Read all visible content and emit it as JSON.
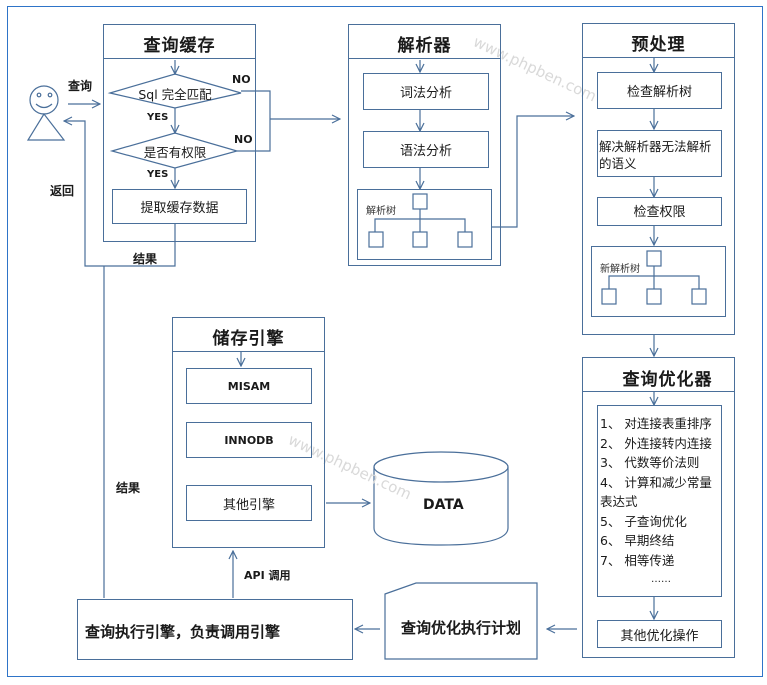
{
  "actor": {
    "query_label": "查询",
    "return_label": "返回"
  },
  "query_cache": {
    "title": "查询缓存",
    "decision1": "Sql 完全匹配",
    "decision2": "是否有权限",
    "yes1": "YES",
    "yes2": "YES",
    "no1": "NO",
    "no2": "NO",
    "step": "提取缓存数据",
    "result_label": "结果"
  },
  "parser": {
    "title": "解析器",
    "steps": [
      "词法分析",
      "语法分析"
    ],
    "tree_label": "解析树"
  },
  "preprocessor": {
    "title": "预处理",
    "steps": [
      "检查解析树",
      "解决解析器无法解析的语义",
      "检查权限"
    ],
    "tree_label": "新解析树"
  },
  "optimizer": {
    "title": "查询优化器",
    "items": [
      "1、 对连接表重排序",
      "2、 外连接转内连接",
      "3、 代数等价法则",
      "4、 计算和减少常量表达式",
      "5、 子查询优化",
      "6、 早期终结",
      "7、 相等传递",
      "……"
    ],
    "other": "其他优化操作"
  },
  "storage": {
    "title": "储存引擎",
    "engines": [
      "MISAM",
      "INNODB",
      "其他引擎"
    ]
  },
  "data_store": {
    "label": "DATA"
  },
  "plan": {
    "label": "查询优化执行计划"
  },
  "executor": {
    "label": "查询执行引擎，负责调用引擎",
    "api_label": "API 调用",
    "result_label": "结果"
  },
  "watermarks": [
    "www.phpben.com",
    "www.phpben.com"
  ]
}
